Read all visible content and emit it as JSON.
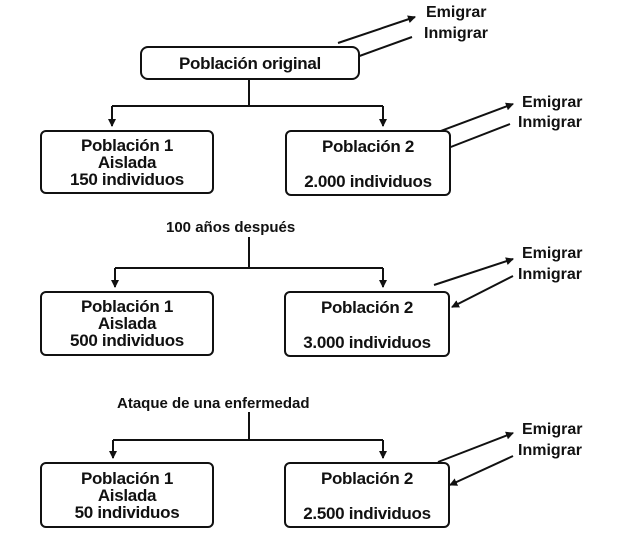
{
  "original": {
    "label": "Población original",
    "emigrar": "Emigrar",
    "inmigrar": "Inmigrar"
  },
  "stage1": {
    "heading": "",
    "pop1": {
      "name": "Población 1",
      "status": "Aislada",
      "count": "150 individuos"
    },
    "pop2": {
      "name": "Población 2",
      "count": "2.000 individuos"
    },
    "emigrar": "Emigrar",
    "inmigrar": "Inmigrar"
  },
  "stage2": {
    "heading": "100 años después",
    "pop1": {
      "name": "Población 1",
      "status": "Aislada",
      "count": "500 individuos"
    },
    "pop2": {
      "name": "Población 2",
      "count": "3.000 individuos"
    },
    "emigrar": "Emigrar",
    "inmigrar": "Inmigrar"
  },
  "stage3": {
    "heading": "Ataque de una enfermedad",
    "pop1": {
      "name": "Población 1",
      "status": "Aislada",
      "count": "50 individuos"
    },
    "pop2": {
      "name": "Población 2",
      "count": "2.500 individuos"
    },
    "emigrar": "Emigrar",
    "inmigrar": "Inmigrar"
  }
}
